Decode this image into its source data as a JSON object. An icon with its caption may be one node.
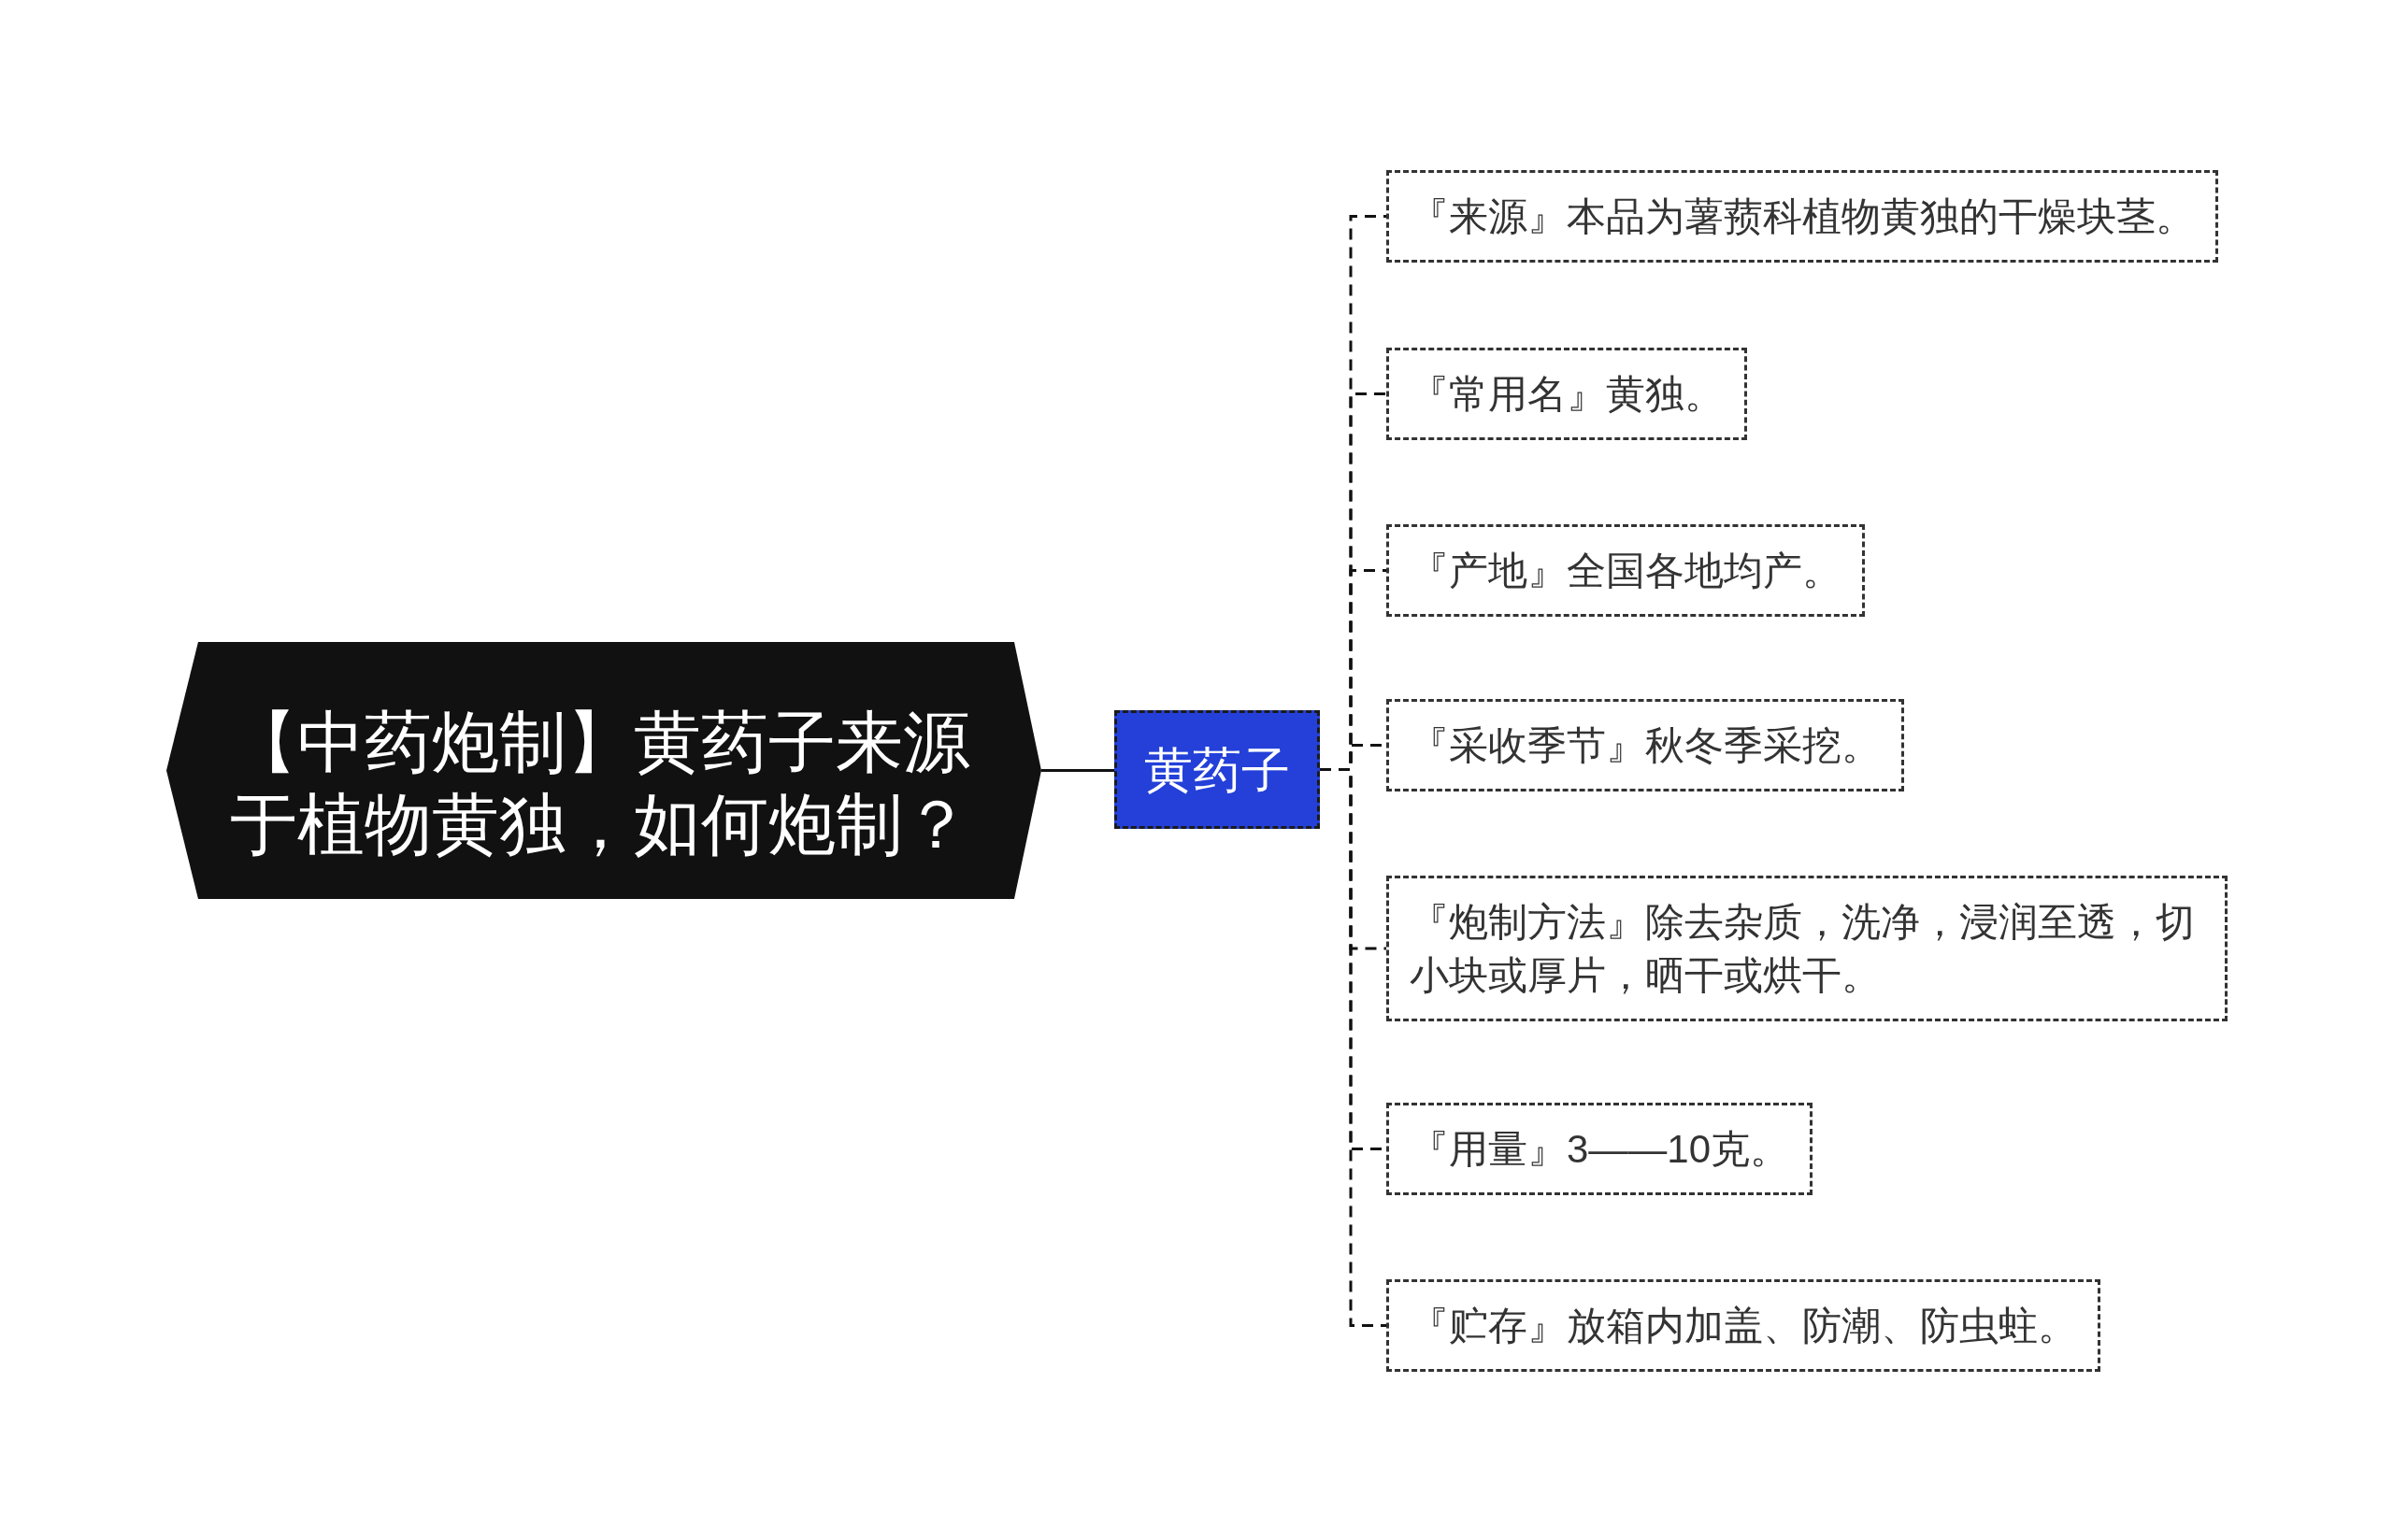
{
  "diagram": {
    "nodes": [
      {
        "text": [
          "【中药炮制】黄药子来源于植物黄独，如何炮制？"
        ]
      },
      {
        "text": [
          "黄药子"
        ]
      },
      {
        "text": [
          "『来源』本品为薯蓣科植物黄独的干燥块茎。"
        ]
      },
      {
        "text": [
          "『常用名』黄独。"
        ]
      },
      {
        "text": [
          "『产地』全国各地均产。"
        ]
      },
      {
        "text": [
          "『采收季节』秋冬季采挖。"
        ]
      },
      {
        "text": [
          "『炮制方法』除去杂质，洗净，浸润至透，切小块或厚片，晒干或烘干。"
        ]
      },
      {
        "text": [
          "『用量』3——10克。"
        ]
      },
      {
        "text": [
          "『贮存』放箱内加盖、防潮、防虫蛀。"
        ]
      }
    ],
    "edges": [
      {
        "from": 0,
        "to": 1,
        "arrow": "none"
      },
      {
        "from": 1,
        "to": 2,
        "arrow": "none",
        "style": "dashed"
      },
      {
        "from": 1,
        "to": 3,
        "arrow": "none",
        "style": "dashed"
      },
      {
        "from": 1,
        "to": 4,
        "arrow": "none",
        "style": "dashed"
      },
      {
        "from": 1,
        "to": 5,
        "arrow": "none",
        "style": "dashed"
      },
      {
        "from": 1,
        "to": 6,
        "arrow": "none",
        "style": "dashed"
      },
      {
        "from": 1,
        "to": 7,
        "arrow": "none",
        "style": "dashed"
      },
      {
        "from": 1,
        "to": 8,
        "arrow": "none",
        "style": "dashed"
      }
    ]
  }
}
